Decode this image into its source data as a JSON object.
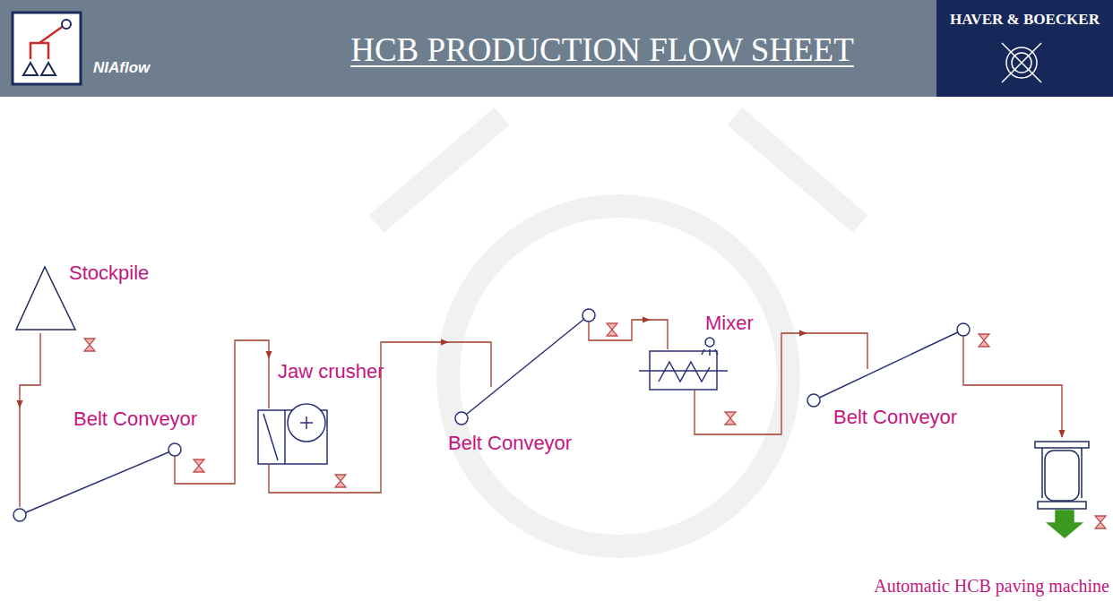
{
  "diagram": {
    "title": "HCB PRODUCTION FLOW SHEET",
    "nodes": [
      {
        "text": [
          "Stockpile"
        ]
      },
      {
        "text": [
          "Belt Conveyor"
        ]
      },
      {
        "text": [
          "Jaw crusher"
        ]
      },
      {
        "text": [
          "Belt Conveyor"
        ]
      },
      {
        "text": [
          "Mixer"
        ]
      },
      {
        "text": [
          "Belt Conveyor"
        ]
      },
      {
        "text": [
          "Automatic HCB paving machine"
        ]
      }
    ],
    "edges": [
      {
        "from": 0,
        "to": 1,
        "arrow": "to"
      },
      {
        "from": 1,
        "to": 2,
        "arrow": "to"
      },
      {
        "from": 2,
        "to": 3,
        "arrow": "to"
      },
      {
        "from": 3,
        "to": 4,
        "arrow": "to"
      },
      {
        "from": 4,
        "to": 5,
        "arrow": "to"
      },
      {
        "from": 5,
        "to": 6,
        "arrow": "to"
      }
    ],
    "labels": [
      "NIAflow",
      "HAVER & BOECKER"
    ]
  }
}
